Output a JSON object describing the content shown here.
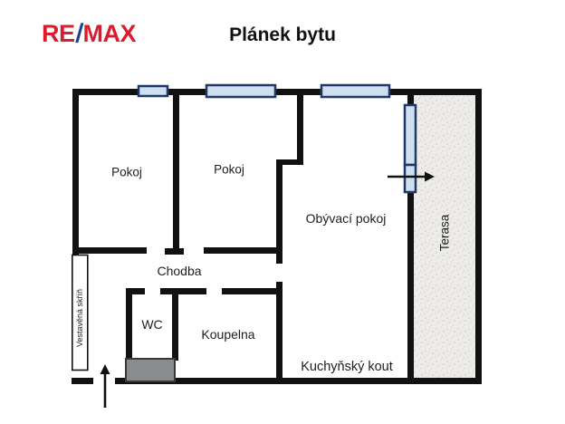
{
  "header": {
    "logo": {
      "re": "RE",
      "slash": "/",
      "max": "MAX"
    },
    "title": "Plánek bytu"
  },
  "rooms": {
    "bedroom1": "Pokoj",
    "bedroom2": "Pokoj",
    "living_room": "Obývací pokoj",
    "hallway": "Chodba",
    "wc": "WC",
    "bathroom": "Koupelna",
    "kitchenette": "Kuchyňský kout",
    "terrace": "Terasa",
    "built_in_wardrobe": "Vestavěná skříň"
  },
  "colors": {
    "logo_red": "#dc1c2e",
    "logo_blue": "#1c3f94",
    "wall": "#111111",
    "window_fill": "#cfdff2",
    "window_stroke": "#1f3864",
    "terrace_fill": "#edece9",
    "terrace_dot": "#d7d5d0",
    "gray_block_fill": "#8a8d90",
    "gray_block_stroke": "#383838",
    "text": "#1c1c1c"
  }
}
